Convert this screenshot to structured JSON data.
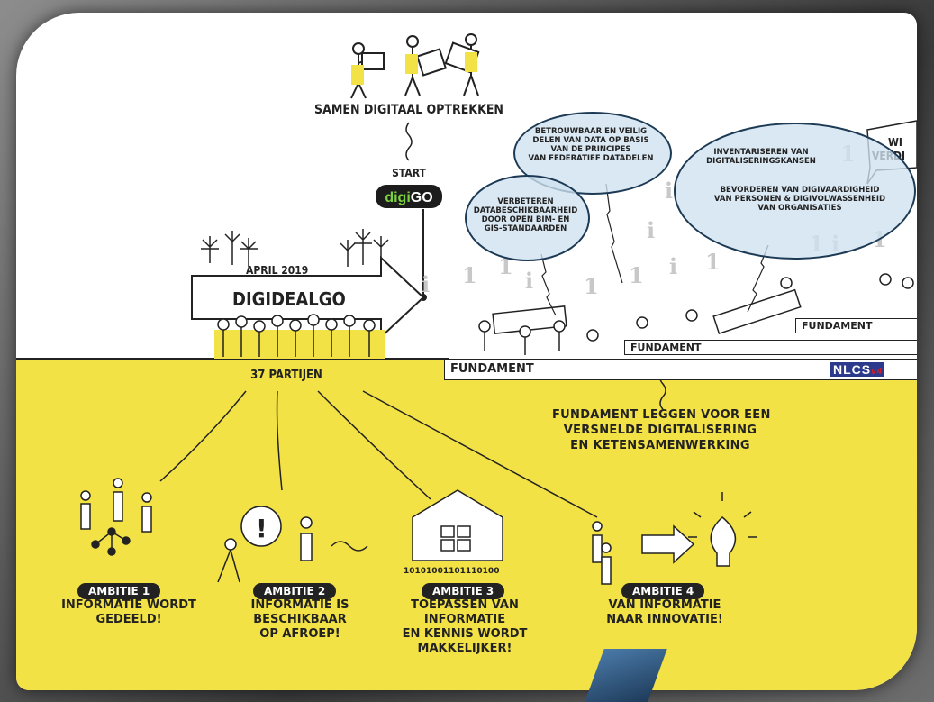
{
  "top": {
    "title": "SAMEN DIGITAAL OPTREKKEN",
    "start_label": "START",
    "logo_prefix": "digi",
    "logo_suffix": "GO"
  },
  "arrow": {
    "date": "APRIL 2019",
    "name": "DIGIDEALGO"
  },
  "parties": "37 PARTIJEN",
  "bubbles": {
    "b1": [
      "BETROUWBAAR EN VEILIG",
      "DELEN VAN DATA OP BASIS",
      "VAN DE PRINCIPES",
      "VAN FEDERATIEF DATADELEN"
    ],
    "b2": [
      "VERBETEREN",
      "DATABESCHIKBAARHEID",
      "DOOR OPEN BIM- EN",
      "GIS-STANDAARDEN"
    ],
    "b3a": [
      "INVENTARISEREN VAN",
      "DIGITALISERINGSKANSEN"
    ],
    "b3b": [
      "BEVORDEREN VAN DIGIVAARDIGHEID",
      "VAN PERSONEN & DIGIVOLWASSENHEID",
      "VAN ORGANISATIES"
    ]
  },
  "speech": {
    "line1": "WI",
    "line2": "VERDI"
  },
  "foundations": {
    "f1": "FUNDAMENT",
    "f2": "FUNDAMENT",
    "f3": "FUNDAMENT"
  },
  "nlcs": {
    "text": "NLCS",
    "version": "v4"
  },
  "fundament_caption": [
    "FUNDAMENT LEGGEN VOOR EEN",
    "VERSNELDE DIGITALISERING",
    "EN KETENSAMENWERKING"
  ],
  "ambitions": [
    {
      "badge": "AMBITIE 1",
      "lines": [
        "INFORMATIE WORDT",
        "GEDEELD!"
      ]
    },
    {
      "badge": "AMBITIE 2",
      "lines": [
        "INFORMATIE IS",
        "BESCHIKBAAR",
        "OP AFROEP!"
      ]
    },
    {
      "badge": "AMBITIE 3",
      "lines": [
        "TOEPASSEN VAN",
        "INFORMATIE",
        "EN KENNIS WORDT",
        "MAKKELIJKER!"
      ]
    },
    {
      "badge": "AMBITIE 4",
      "lines": [
        "VAN INFORMATIE",
        "NAAR INNOVATIE!"
      ]
    }
  ],
  "binary": "10101001101110100",
  "colors": {
    "yellow": "#f3e245",
    "dark": "#222222",
    "bubble": "#cfe2f1",
    "bubble_border": "#1d3a55",
    "logo_green": "#7bd13f",
    "nlcs_blue": "#2b3a8c",
    "nlcs_red": "#d0202a"
  },
  "icons": [
    "people-carrying-computers-icon",
    "person-icon",
    "info-i-icon",
    "lightbulb-icon",
    "house-icon",
    "exclamation-icon",
    "fireworks-icon",
    "arrow-icon"
  ]
}
